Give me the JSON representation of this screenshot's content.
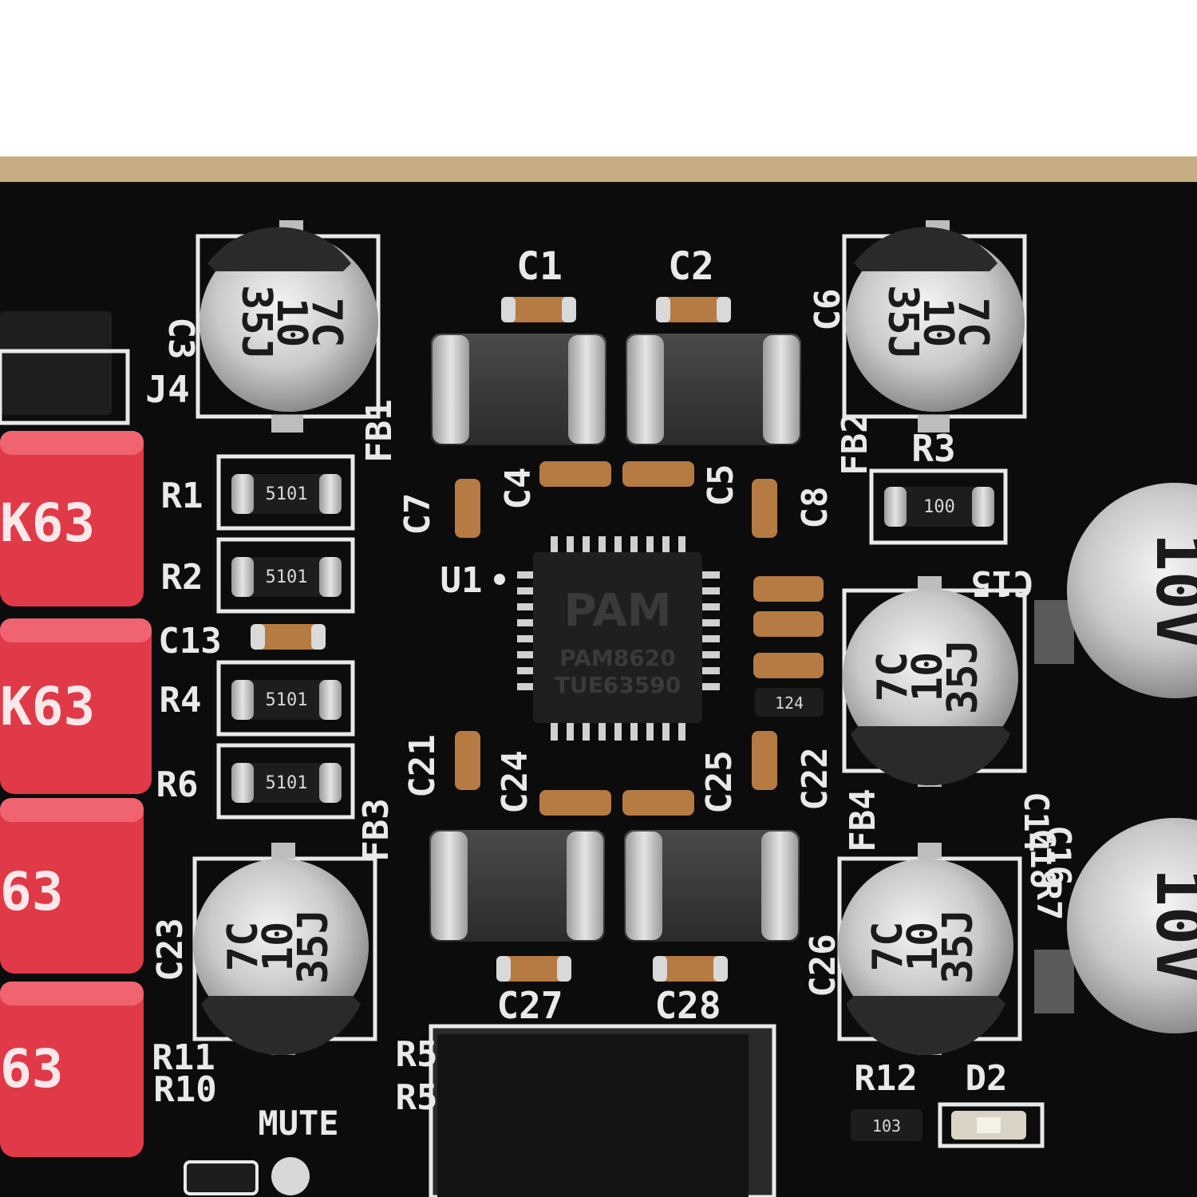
{
  "colors": {
    "background": "#ffffff",
    "gold_strip": "#c7ad83",
    "pcb": "#0c0c0c",
    "silkscreen": "#e9e9e9",
    "red_capacitor": "#e03a48",
    "electrolytic": "#cfcfcf",
    "smd_ceramic": "#b67a43"
  },
  "silkscreen": {
    "c1": "C1",
    "c2": "C2",
    "c3": "C3",
    "c4": "C4",
    "c5": "C5",
    "c6": "C6",
    "c7": "C7",
    "c8": "C8",
    "c13": "C13",
    "c15": "C15",
    "c21": "C21",
    "c22": "C22",
    "c23": "C23",
    "c24": "C24",
    "c25": "C25",
    "c26": "C26",
    "c27": "C27",
    "c28": "C28",
    "cstack": [
      "C14",
      "C16",
      "C18",
      "R7"
    ],
    "r1": "R1",
    "r2": "R2",
    "r3": "R3",
    "r4": "R4",
    "r6": "R6",
    "r11": "R11",
    "r10": "R10",
    "r12": "R12",
    "r5a": "R5",
    "r5b": "R5",
    "fb1": "FB1",
    "fb2": "FB2",
    "fb3": "FB3",
    "fb4": "FB4",
    "j4": "J4",
    "u1": "U1",
    "d2": "D2",
    "mute": "MUTE"
  },
  "electrolytic_marking": [
    "7C",
    "10",
    "35J"
  ],
  "red_cap_marking": [
    "K63",
    "K63",
    "63",
    "63"
  ],
  "large_cap_marking": [
    "10V",
    "10V"
  ],
  "resistor_marking": {
    "r1": "5101",
    "r2": "5101",
    "r4": "5101",
    "r6": "5101",
    "r3": "100",
    "r12": "103",
    "near_chip": "124"
  },
  "chip": {
    "logo": "PAM",
    "part": "PAM8620",
    "lot": "TUE63590"
  }
}
